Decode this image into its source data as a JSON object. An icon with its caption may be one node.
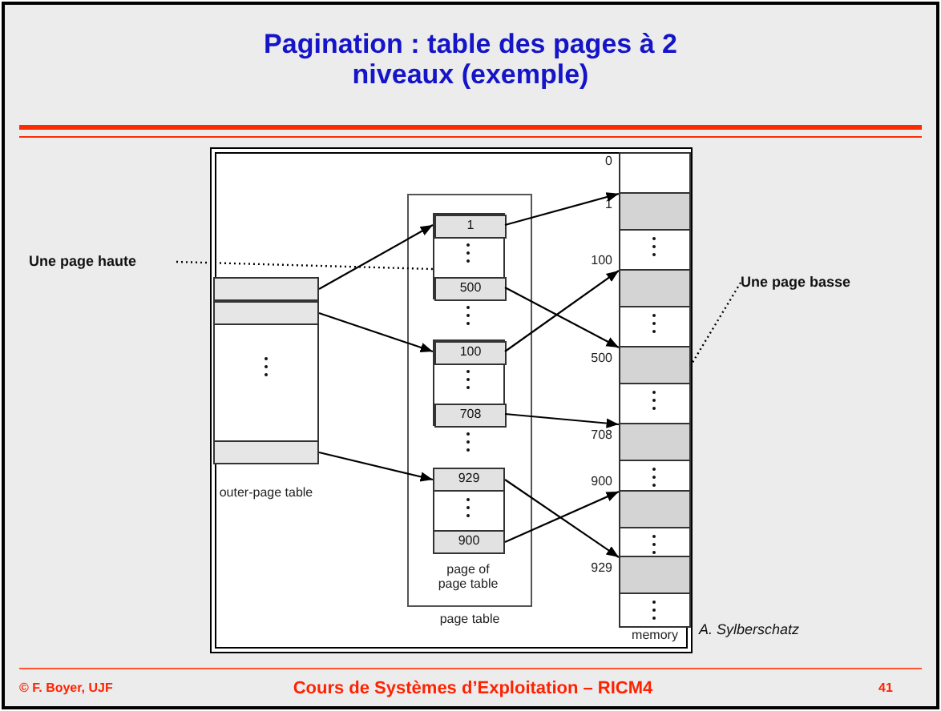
{
  "diagram": {
    "title": "Pagination : table des pages à 2 niveaux (exemple)",
    "nodes": [
      {
        "text": [
          "outer-page table"
        ]
      },
      {
        "text": [],
        "shape": "box",
        "in": 0
      },
      {
        "text": [],
        "shape": "box",
        "in": 0
      },
      {
        "text": [],
        "shape": "box",
        "in": 0
      },
      {
        "text": [
          "page table"
        ]
      },
      {
        "text": [],
        "shape": "box",
        "in": 4
      },
      {
        "text": [
          "1"
        ],
        "in": 5
      },
      {
        "text": [
          "500"
        ],
        "in": 5
      },
      {
        "text": [],
        "shape": "box",
        "in": 4
      },
      {
        "text": [
          "100"
        ],
        "in": 8
      },
      {
        "text": [
          "708"
        ],
        "in": 8
      },
      {
        "text": [
          "page of page table"
        ],
        "in": 4
      },
      {
        "text": [
          "929"
        ],
        "in": 11
      },
      {
        "text": [
          "900"
        ],
        "in": 11
      },
      {
        "text": [
          "memory"
        ]
      },
      {
        "text": [],
        "shape": "box",
        "in": 14,
        "beside": [
          "1"
        ]
      },
      {
        "text": [],
        "shape": "box",
        "in": 14,
        "beside": [
          "100"
        ]
      },
      {
        "text": [],
        "shape": "box",
        "in": 14,
        "beside": [
          "500"
        ]
      },
      {
        "text": [],
        "shape": "box",
        "in": 14,
        "beside": [
          "708"
        ]
      },
      {
        "text": [],
        "shape": "box",
        "in": 14,
        "beside": [
          "900"
        ]
      },
      {
        "text": [],
        "shape": "box",
        "in": 14,
        "beside": [
          "929"
        ]
      },
      {
        "text": [
          "Une page haute"
        ]
      },
      {
        "text": [
          "Une page basse"
        ]
      }
    ],
    "edges": [
      {
        "from": 1,
        "to": 6,
        "arrow": "to"
      },
      {
        "from": 2,
        "to": 9,
        "arrow": "to"
      },
      {
        "from": 3,
        "to": 12,
        "arrow": "to"
      },
      {
        "from": 6,
        "to": 15,
        "arrow": "to"
      },
      {
        "from": 7,
        "to": 17,
        "arrow": "to"
      },
      {
        "from": 9,
        "to": 16,
        "arrow": "to"
      },
      {
        "from": 10,
        "to": 18,
        "arrow": "to"
      },
      {
        "from": 12,
        "to": 20,
        "arrow": "to"
      },
      {
        "from": 13,
        "to": 19,
        "arrow": "to"
      },
      {
        "from": 21,
        "to": 5,
        "arrow": "none",
        "style": "dashed"
      },
      {
        "from": 22,
        "to": 17,
        "arrow": "none",
        "style": "dashed"
      }
    ],
    "labels": [
      "0",
      "A. Sylberschatz",
      "© F. Boyer, UJF",
      "Cours de Systèmes d’Exploitation – RICM4",
      "41"
    ]
  }
}
